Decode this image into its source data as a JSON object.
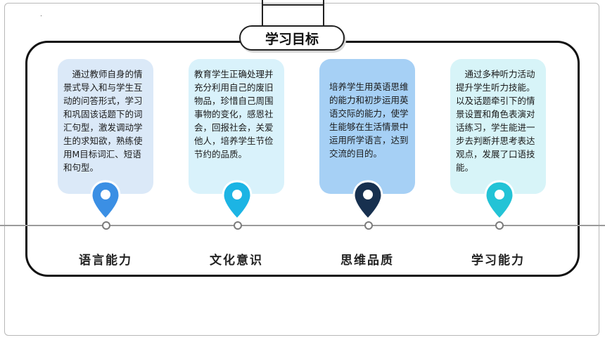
{
  "title": "学习目标",
  "cards": [
    {
      "text": "通过教师自身的情景式导入和与学生互动的问答形式，学习和巩固该话题下的词汇句型，激发调动学生的求知欲，熟练使用M目标词汇、短语和句型。",
      "bg": "#dbe9f8",
      "pin_color": "#3b8fe4"
    },
    {
      "text": "教育学生正确处理并充分利用自己的废旧物品，珍惜自己周围事物的变化，感恩社会，回报社会，关爱他人，培养学生节俭节约的品质。",
      "bg": "#d9f2fb",
      "pin_color": "#1cb4e4"
    },
    {
      "text": "培养学生用英语思维的能力和初步运用英语交际的能力，使学生能够在生活情景中运用所学语言，达到交流的目的。",
      "bg": "#a6d0f5",
      "pin_color": "#17304f"
    },
    {
      "text": "通过多种听力活动提升学生听力技能。以及话题牵引下的情景设置和角色表演对话练习，学生能进一步去判断并思考表达观点，发展了口语技能。",
      "bg": "#d7f4f8",
      "pin_color": "#23c3d6"
    }
  ],
  "labels": [
    "语言能力",
    "文化意识",
    "思维品质",
    "学习能力"
  ]
}
